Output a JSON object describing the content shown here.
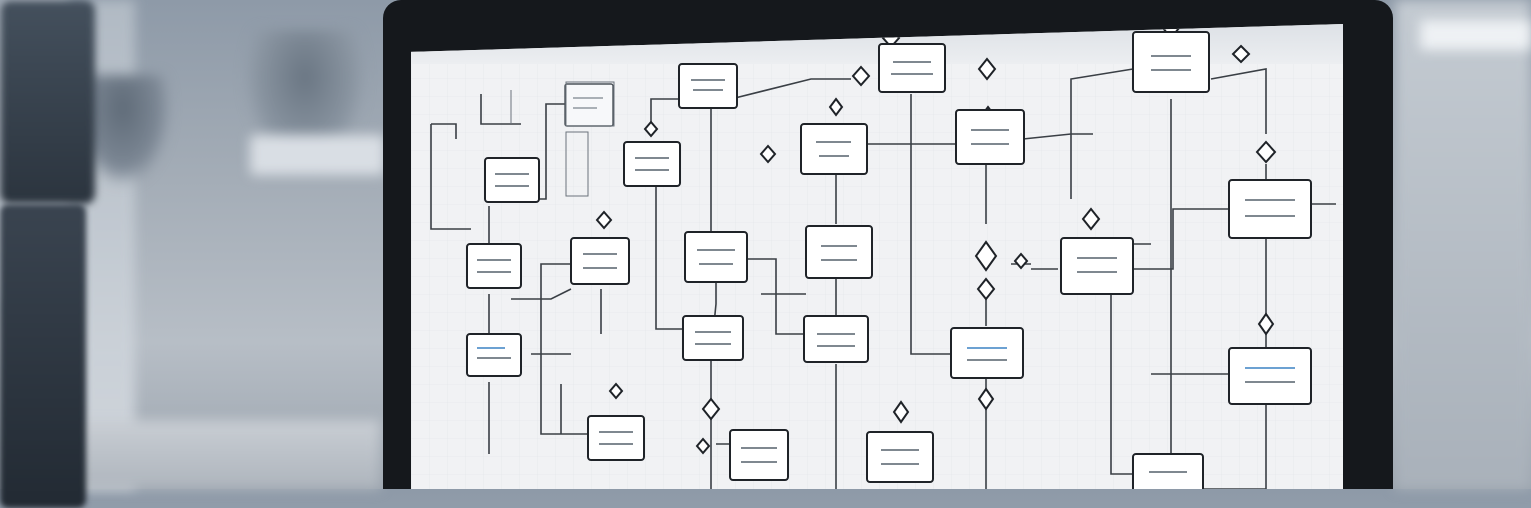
{
  "app": {
    "title_text": "",
    "menu_items": [
      "",
      "",
      ""
    ]
  },
  "diagram": {
    "nodes": [
      {
        "id": "n1",
        "label": ""
      },
      {
        "id": "n2",
        "label": ""
      },
      {
        "id": "n3",
        "label": ""
      },
      {
        "id": "n4",
        "label": ""
      },
      {
        "id": "n5",
        "label": ""
      },
      {
        "id": "n6",
        "label": ""
      },
      {
        "id": "n7",
        "label": ""
      },
      {
        "id": "n8",
        "label": ""
      },
      {
        "id": "n9",
        "label": ""
      },
      {
        "id": "n10",
        "label": ""
      },
      {
        "id": "n11",
        "label": ""
      },
      {
        "id": "n12",
        "label": ""
      },
      {
        "id": "n13",
        "label": ""
      },
      {
        "id": "n14",
        "label": ""
      },
      {
        "id": "n15",
        "label": ""
      },
      {
        "id": "n16",
        "label": ""
      },
      {
        "id": "n17",
        "label": ""
      },
      {
        "id": "n18",
        "label": ""
      },
      {
        "id": "n19",
        "label": ""
      },
      {
        "id": "n20",
        "label": ""
      },
      {
        "id": "n21",
        "label": ""
      },
      {
        "id": "n22",
        "label": ""
      }
    ]
  },
  "colors": {
    "screen_background": "#f1f2f4",
    "node_stroke": "#1f2328",
    "connector": "#3a3f45",
    "highlight": "#3b82c4"
  }
}
